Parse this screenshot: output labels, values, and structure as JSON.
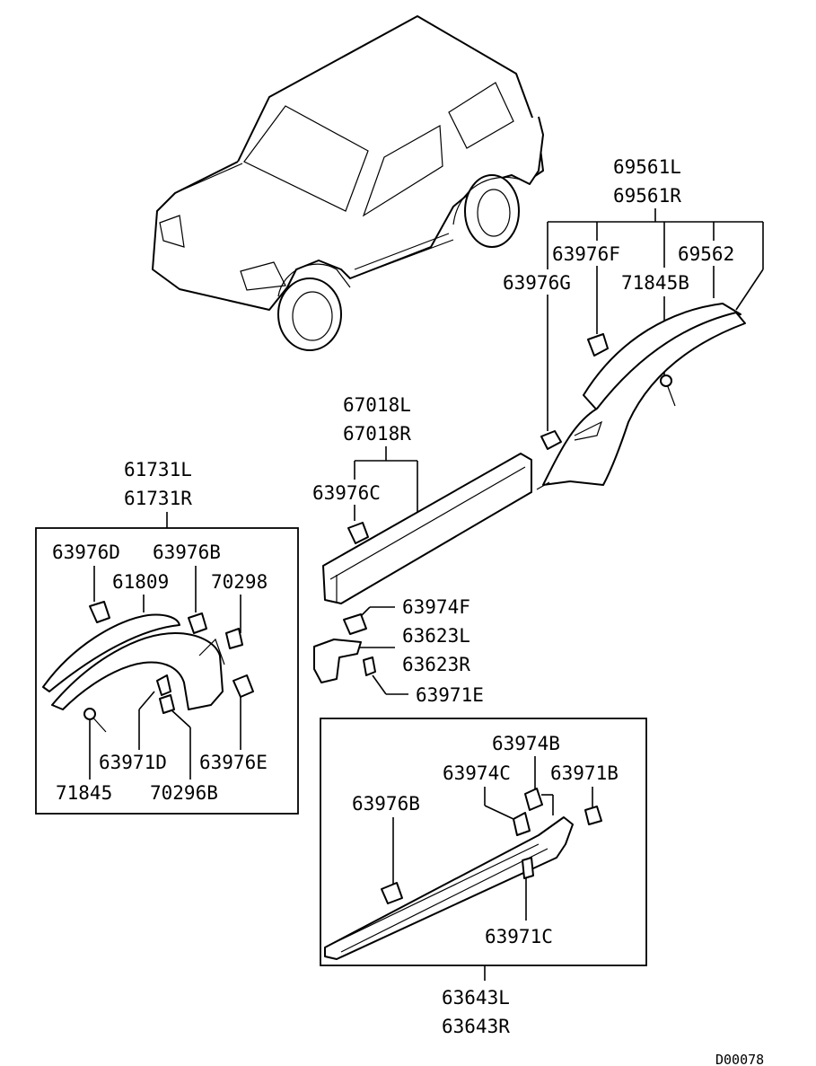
{
  "diagram": {
    "code": "D00078",
    "labels": {
      "p69561L": "69561L",
      "p69561R": "69561R",
      "p63976F": "63976F",
      "p69562": "69562",
      "p63976G": "63976G",
      "p71845B": "71845B",
      "p67018L": "67018L",
      "p67018R": "67018R",
      "p63976C": "63976C",
      "p61731L": "61731L",
      "p61731R": "61731R",
      "p63976D": "63976D",
      "p63976B_front": "63976B",
      "p61809": "61809",
      "p70298": "70298",
      "p63971D": "63971D",
      "p63976E": "63976E",
      "p71845": "71845",
      "p70296B": "70296B",
      "p63974F": "63974F",
      "p63623L": "63623L",
      "p63623R": "63623R",
      "p63971E": "63971E",
      "p63974B": "63974B",
      "p63974C": "63974C",
      "p63971B": "63971B",
      "p63976B_side": "63976B",
      "p63971C": "63971C",
      "p63643L": "63643L",
      "p63643R": "63643R"
    }
  }
}
